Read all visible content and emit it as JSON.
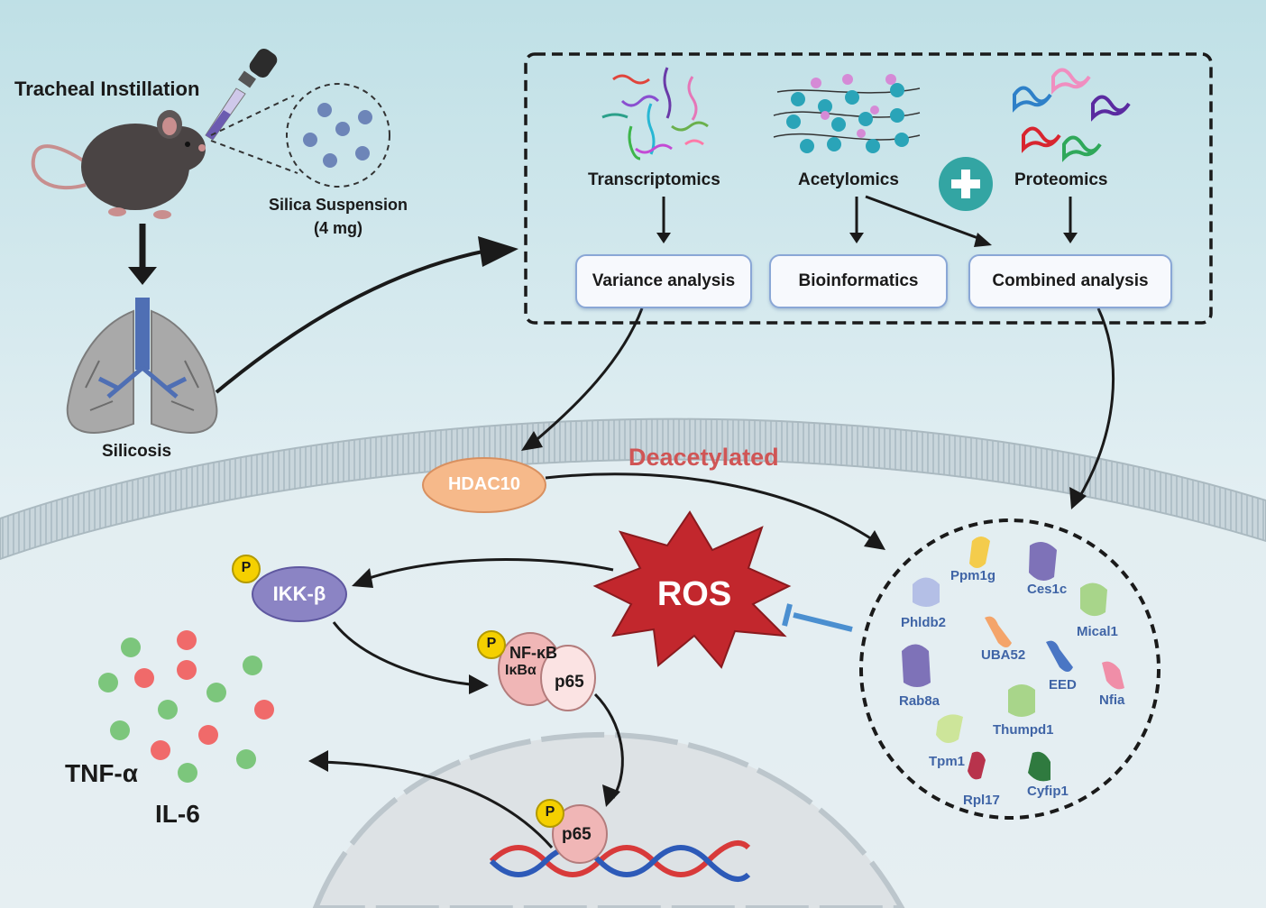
{
  "top_left": {
    "tracheal_instillation": "Tracheal Instillation",
    "silica_suspension": "Silica Suspension",
    "silica_dose": "(4 mg)",
    "silicosis": "Silicosis"
  },
  "omics": {
    "transcriptomics": "Transcriptomics",
    "acetylomics": "Acetylomics",
    "proteomics": "Proteomics",
    "variance_analysis": "Variance analysis",
    "bioinformatics": "Bioinformatics",
    "combined_analysis": "Combined analysis"
  },
  "cell": {
    "hdac10": "HDAC10",
    "deacetylated": "Deacetylated",
    "ros": "ROS",
    "ikk_beta": "IKK-β",
    "phospho": "P",
    "nfkb": "NF-κB",
    "ikba": "IκBα",
    "p65": "p65",
    "tnf_alpha": "TNF-α",
    "il6": "IL-6"
  },
  "proteins": [
    "Ppm1g",
    "Ces1c",
    "Phldb2",
    "Mical1",
    "UBA52",
    "Rab8a",
    "EED",
    "Nfia",
    "Thumpd1",
    "Tpm1",
    "Rpl17",
    "Cyfip1"
  ],
  "colors": {
    "background_top": "#bfe0e6",
    "background_bottom": "#eaf3f6",
    "hdac10": "#f6b98a",
    "ros": "#c2272d",
    "ikk_beta": "#8b84c4",
    "phospho": "#f5d000",
    "nfkb": "#f0b6b6",
    "protein_label": "#3f64a6",
    "deacetylated": "#d05555",
    "cytokine_red": "#f06a6a",
    "cytokine_green": "#7cc67c"
  }
}
